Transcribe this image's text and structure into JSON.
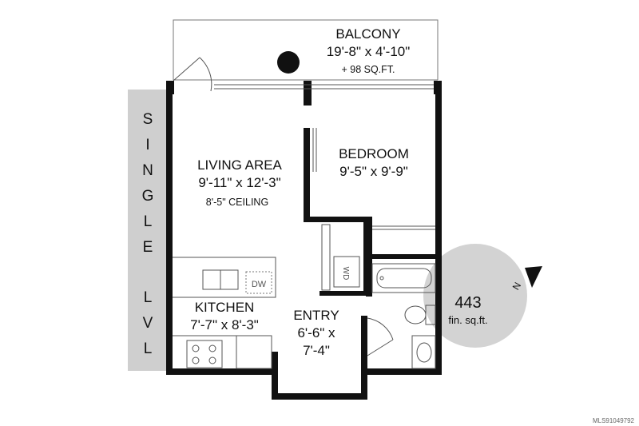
{
  "level_label": [
    "S",
    "I",
    "N",
    "G",
    "L",
    "E",
    "",
    "L",
    "V",
    "L"
  ],
  "rooms": {
    "balcony": {
      "name": "BALCONY",
      "dims": "19'-8\" x 4'-10\"",
      "area": "+ 98 SQ.FT."
    },
    "living": {
      "name": "LIVING AREA",
      "dims": "9'-11\" x 12'-3\"",
      "ceiling": "8'-5\" CEILING"
    },
    "bedroom": {
      "name": "BEDROOM",
      "dims": "9'-5\" x 9'-9\""
    },
    "kitchen": {
      "name": "KITCHEN",
      "dims": "7'-7\" x 8'-3\""
    },
    "entry": {
      "name": "ENTRY",
      "dims_line1": "6'-6\" x",
      "dims_line2": "7'-4\""
    }
  },
  "appliances": {
    "dishwasher": "DW",
    "washer_dryer": "WD"
  },
  "area_badge": {
    "value": "443",
    "unit": "fin. sq.ft."
  },
  "compass": {
    "label": "N"
  },
  "watermark": "MLS91049792",
  "colors": {
    "wall": "#111111",
    "band": "#cfcfcf",
    "badge": "#d3d3d3"
  }
}
